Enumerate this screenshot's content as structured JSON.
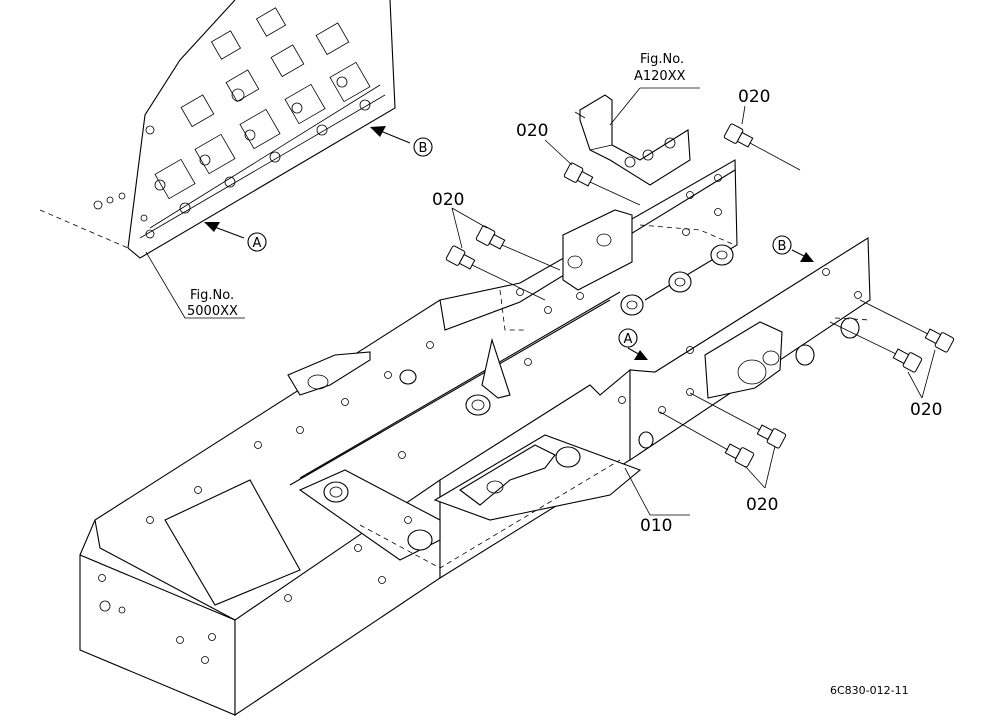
{
  "figure_refs": [
    {
      "id": "fig-a120",
      "label": "Fig.No.",
      "number": "A120XX"
    },
    {
      "id": "fig-5000",
      "label": "Fig.No.",
      "number": "5000XX"
    }
  ],
  "callouts": {
    "part_010": "010",
    "part_020_a": "020",
    "part_020_b": "020",
    "part_020_c": "020",
    "part_020_d": "020",
    "part_020_e": "020"
  },
  "view_markers": {
    "a_engine": "A",
    "b_engine": "B",
    "a_frame": "A",
    "b_frame": "B"
  },
  "drawing_number": "6C830-012-11"
}
